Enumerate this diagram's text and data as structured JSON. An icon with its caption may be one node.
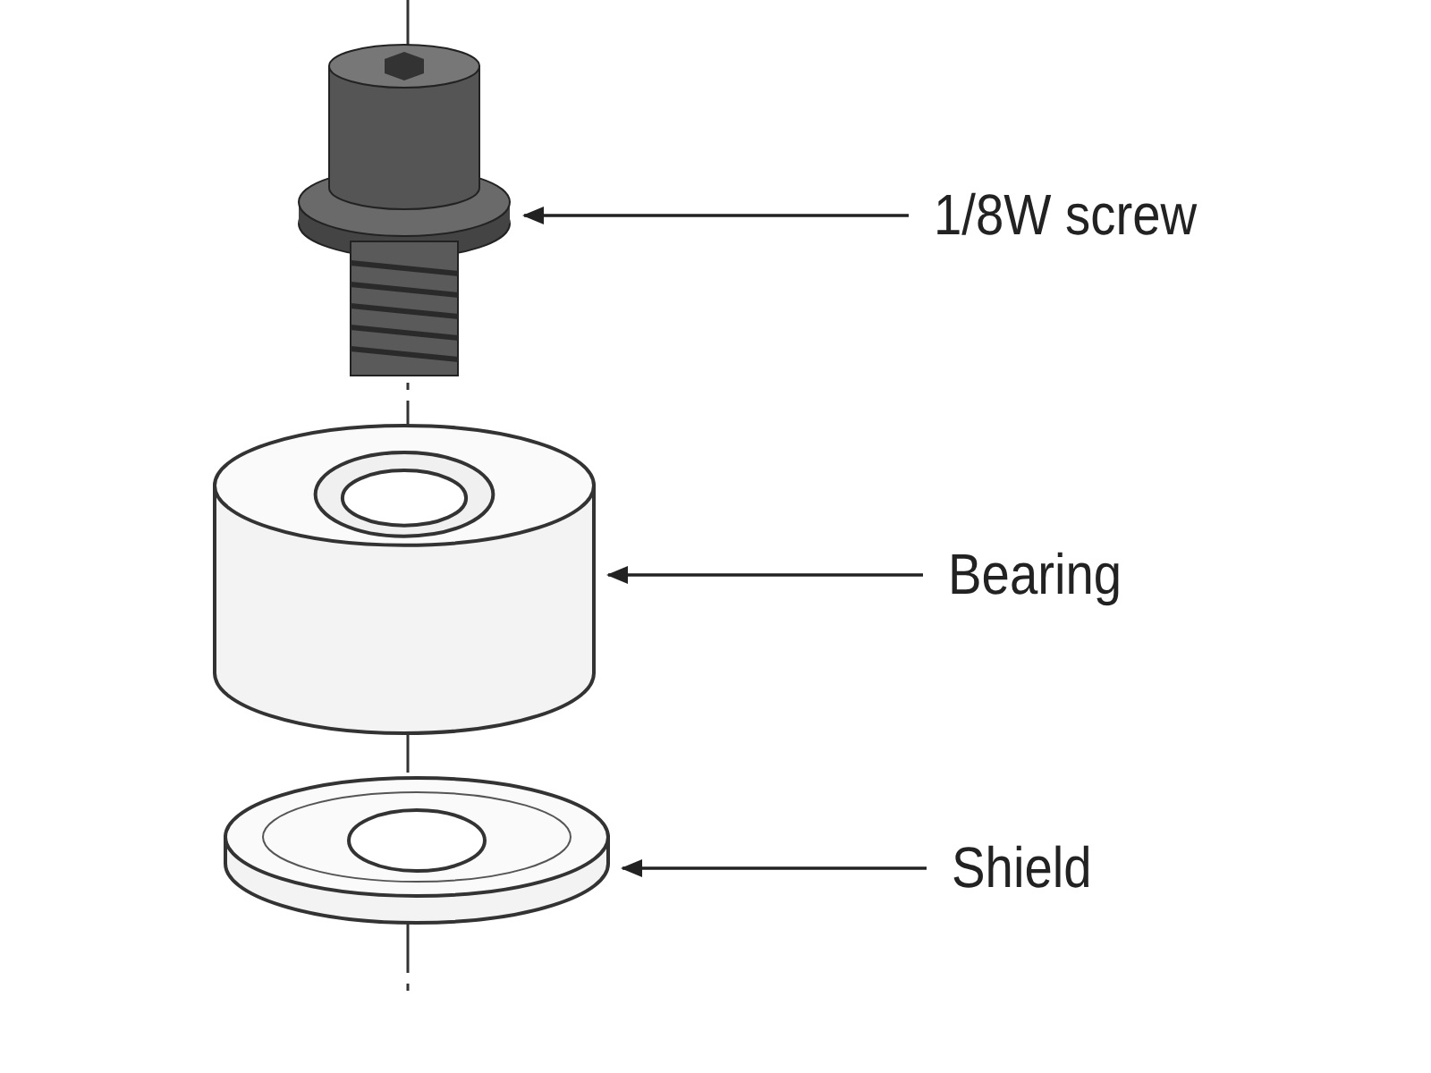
{
  "diagram": {
    "nodes": [
      {
        "text": [
          "1/8W screw"
        ]
      },
      {
        "text": [],
        "shape": "picture"
      },
      {
        "text": [
          "Bearing"
        ]
      },
      {
        "text": [],
        "shape": "cylinder"
      },
      {
        "text": [
          "Shield"
        ]
      },
      {
        "text": [],
        "shape": "picture"
      }
    ],
    "edges": [
      {
        "from": 0,
        "to": 1,
        "arrow": "to"
      },
      {
        "from": 2,
        "to": 3,
        "arrow": "to"
      },
      {
        "from": 4,
        "to": 5,
        "arrow": "to"
      }
    ]
  }
}
